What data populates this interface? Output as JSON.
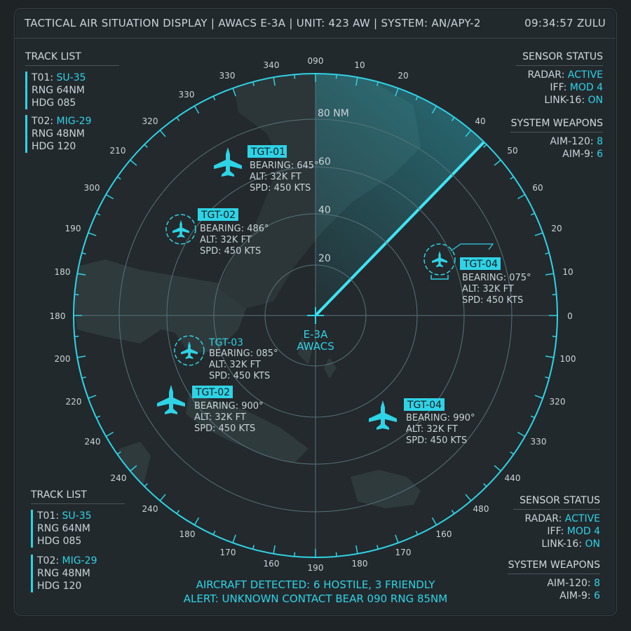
{
  "title_bar": {
    "text": "TACTICAL AIR SITUATION DISPLAY  |  AWACS E-3A  |  UNIT: 423 AW  |  SYSTEM: AN/APY-2",
    "clock": "09:34:57 ZULU"
  },
  "track_list_top": {
    "header": "TRACK LIST",
    "tracks": [
      {
        "id": "T01:",
        "type": "SU-35",
        "rng": "RNG 64NM",
        "hdg": "HDG 085"
      },
      {
        "id": "T02:",
        "type": "MIG-29",
        "rng": "RNG 48NM",
        "hdg": "HDG 120"
      }
    ]
  },
  "track_list_bottom": {
    "header": "TRACK LIST",
    "tracks": [
      {
        "id": "T01:",
        "type": "SU-35",
        "rng": "RNG 64NM",
        "hdg": "HDG 085"
      },
      {
        "id": "T02:",
        "type": "MIG-29",
        "rng": "RNG 48NM",
        "hdg": "HDG 120"
      }
    ]
  },
  "sensor_status_top": {
    "header": "SENSOR STATUS",
    "radar_label": "RADAR:",
    "radar_value": "ACTIVE",
    "iff_label": "IFF:",
    "iff_value": "MOD 4",
    "link_label": "LINK-16:",
    "link_value": "ON"
  },
  "weapons_top": {
    "header": "SYSTEM WEAPONS",
    "aim120_label": "AIM-120:",
    "aim120_value": "8",
    "aim9_label": "AIM-9:",
    "aim9_value": "6"
  },
  "sensor_status_bottom": {
    "header": "SENSOR STATUS",
    "radar_label": "RADAR:",
    "radar_value": "ACTIVE",
    "iff_label": "IFF:",
    "iff_value": "MOD 4",
    "link_label": "LINK-16:",
    "link_value": "ON"
  },
  "weapons_bottom": {
    "header": "SYSTEM WEAPONS",
    "aim120_label": "AIM-120:",
    "aim120_value": "8",
    "aim9_label": "AIM-9:",
    "aim9_value": "6"
  },
  "radar": {
    "center_label_1": "E-3A",
    "center_label_2": "AWACS",
    "range_labels": [
      "80 NM",
      "60",
      "40",
      "20"
    ],
    "bezel_labels": [
      "090",
      "10",
      "20",
      "40",
      "50",
      "60",
      "20",
      "10",
      "0",
      "100",
      "320",
      "330",
      "440",
      "480",
      "160",
      "170",
      "180",
      "190",
      "160",
      "170",
      "180",
      "240",
      "240",
      "240",
      "220",
      "200",
      "180",
      "180",
      "190",
      "300",
      "210",
      "320",
      "330",
      "330",
      "340"
    ]
  },
  "targets": [
    {
      "id": "TGT-01",
      "bearing": "BEARING: 645°",
      "alt": "ALT: 32K FT",
      "spd": "SPD: 450 KTS",
      "icon": "fighter-jet-icon"
    },
    {
      "id": "TGT-02",
      "bearing": "BEARING: 486°",
      "alt": "ALT: 32K FT",
      "spd": "SPD: 450 KTS",
      "icon": "fighter-jet-circled-icon"
    },
    {
      "id": "TGT-04",
      "bearing": "BEARING: 075°",
      "alt": "ALT: 32K FT",
      "spd": "SPD: 450 KTS",
      "icon": "friendly-jet-circled-icon"
    },
    {
      "id": "TGT-03",
      "bearing": "BEARING: 085°",
      "alt": "ALT: 32K FT",
      "spd": "SPD: 450 KTS",
      "icon": "fighter-jet-circled-icon"
    },
    {
      "id": "TGT-02",
      "bearing": "BEARING: 900°",
      "alt": "ALT: 32K FT",
      "spd": "SPD: 450 KTS",
      "icon": "fighter-jet-icon"
    },
    {
      "id": "TGT-04",
      "bearing": "BEARING: 990°",
      "alt": "ALT: 32K FT",
      "spd": "SPD: 450 KTS",
      "icon": "fighter-jet-icon"
    }
  ],
  "status_bar": {
    "line1": "AIRCRAFT DETECTED: 6 HOSTILE, 3 FRIENDLY",
    "line2": "ALERT: UNKNOWN CONTACT BEAR 090 RNG 85NM"
  },
  "colors": {
    "accent": "#2fd3e6",
    "background": "#1e2326",
    "text": "#c9d4d8"
  }
}
